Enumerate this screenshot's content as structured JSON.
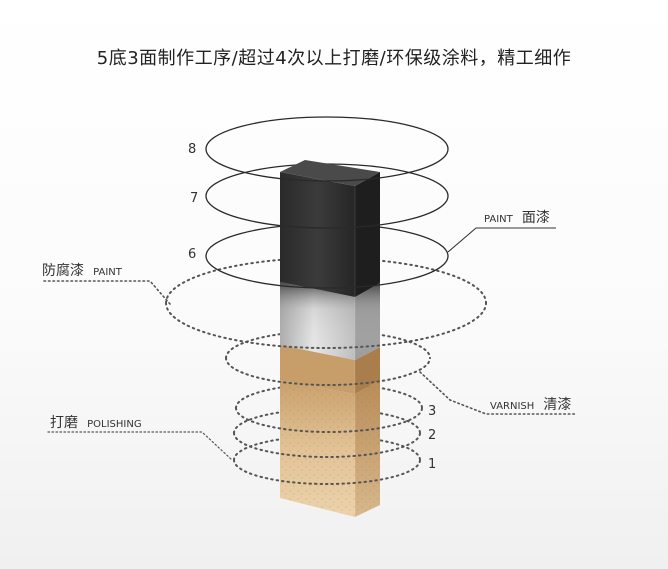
{
  "title": "5底3面制作工序/超过4次以上打磨/环保级涂料，精工细作",
  "callouts": {
    "anticorrosion": {
      "zh": "防腐漆",
      "en": "PAINT"
    },
    "polishing": {
      "zh": "打磨",
      "en": "POLISHING"
    },
    "paint": {
      "en": "PAINT",
      "zh": "面漆"
    },
    "varnish": {
      "en": "VARNISH",
      "zh": "清漆"
    }
  },
  "ring_numbers": {
    "r8": "8",
    "r7": "7",
    "r6": "6",
    "r3": "3",
    "r2": "2",
    "r1": "1"
  },
  "colors": {
    "wood": "#d9b587",
    "paint_black": "#2b2b2b",
    "varnish_gray": "#c4c4c4",
    "ring_stroke": "#2a2a2a",
    "dotted_stroke": "#555555"
  }
}
